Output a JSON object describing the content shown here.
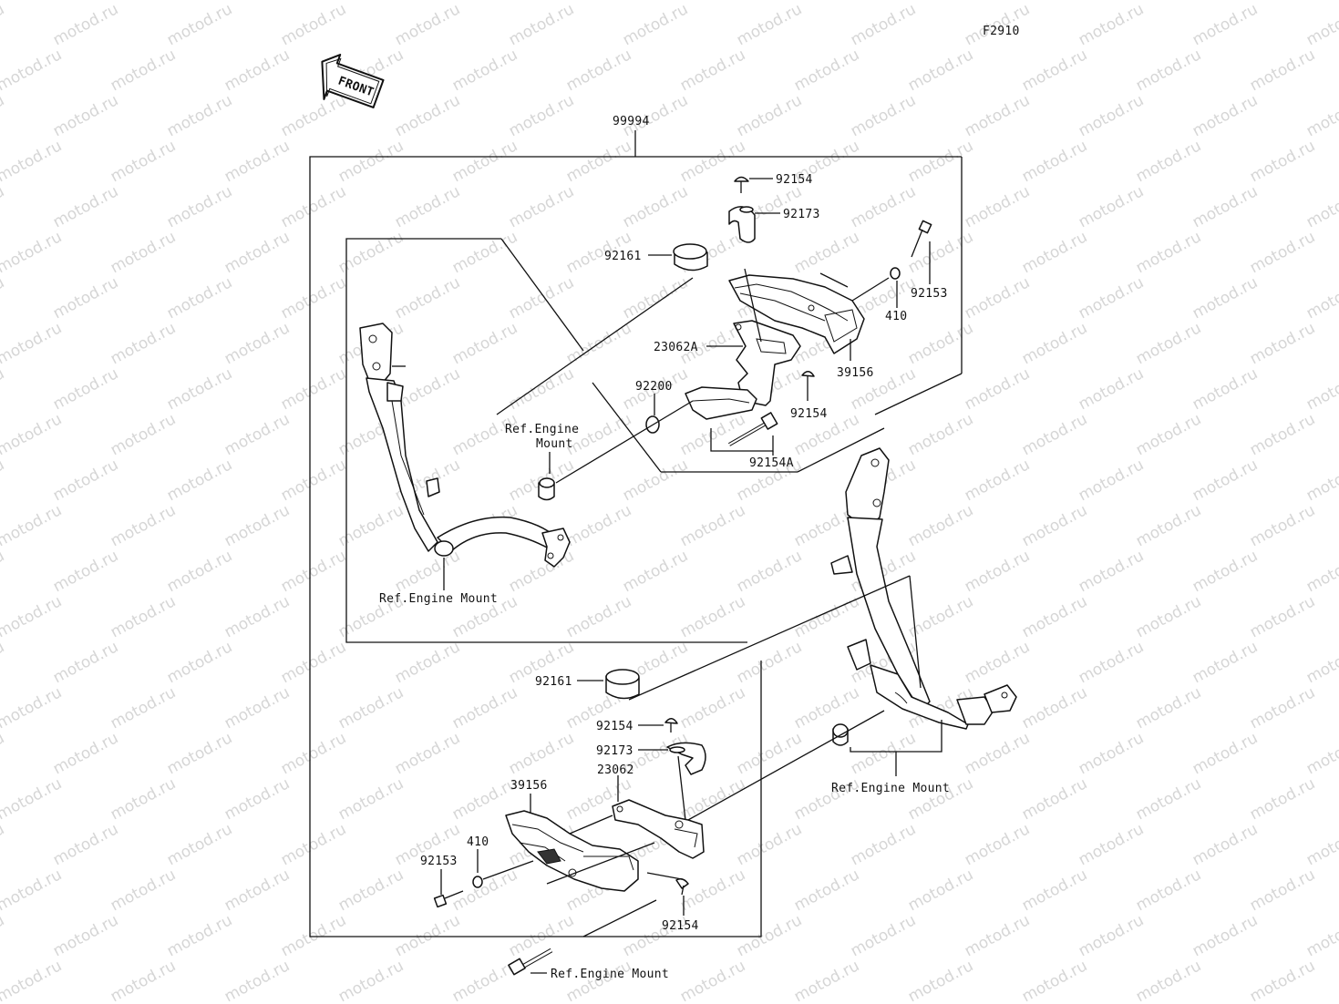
{
  "figure_code": "F2910",
  "front_arrow_label": "FRONT",
  "kit_number": "99994",
  "watermark": "motod.ru",
  "top_assembly": {
    "bolt_top": "92154",
    "clamp": "92173",
    "spacer": "92161",
    "bolt_side": "92153",
    "washer": "410",
    "bracket": "23062A",
    "slider": "39156",
    "washer_large": "92200",
    "bolt_lower": "92154",
    "long_bolt": "92154A",
    "ref_engine_mount_upper": "Ref.Engine\nMount",
    "ref_engine_mount_frame": "Ref.Engine Mount"
  },
  "bottom_assembly": {
    "spacer": "92161",
    "bolt_top": "92154",
    "clamp": "92173",
    "bracket": "23062",
    "slider": "39156",
    "washer": "410",
    "bolt_side": "92153",
    "bolt_lower": "92154",
    "ref_engine_mount_right": "Ref.Engine Mount",
    "ref_engine_mount_bottom": "Ref.Engine Mount"
  }
}
